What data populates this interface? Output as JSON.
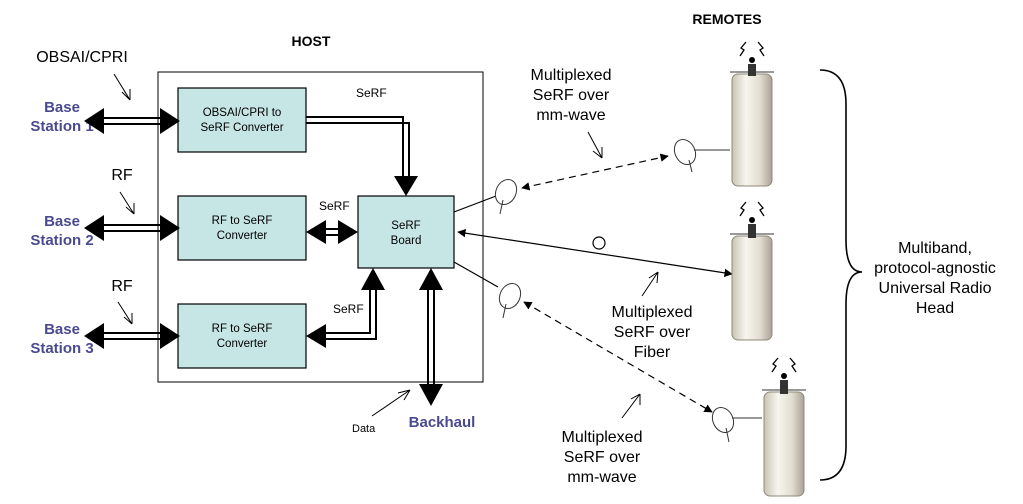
{
  "host": {
    "title": "HOST",
    "converter1": [
      "OBSAI/CPRI to",
      "SeRF Converter"
    ],
    "converter2": [
      "RF to SeRF",
      "Converter"
    ],
    "converter3": [
      "RF to SeRF",
      "Converter"
    ],
    "board": [
      "SeRF",
      "Board"
    ],
    "serf_label": "SeRF",
    "data_label": "Data",
    "backhaul": "Backhaul"
  },
  "inputs": {
    "bs1": [
      "Base",
      "Station 1"
    ],
    "bs2": [
      "Base",
      "Station 2"
    ],
    "bs3": [
      "Base",
      "Station 3"
    ],
    "obsai": "OBSAI/CPRI",
    "rf": "RF"
  },
  "remotes": {
    "title": "REMOTES",
    "link_top": [
      "Multiplexed",
      "SeRF over",
      "mm-wave"
    ],
    "link_mid": [
      "Multiplexed",
      "SeRF over",
      "Fiber"
    ],
    "link_bot": [
      "Multiplexed",
      "SeRF over",
      "mm-wave"
    ],
    "urh": [
      "Multiband,",
      "protocol-agnostic",
      "Universal Radio",
      "Head"
    ]
  },
  "colors": {
    "box_fill": "#c6e6e6",
    "base_station_text": "#4a4a8f",
    "backhaul_text": "#4a4a8f"
  }
}
